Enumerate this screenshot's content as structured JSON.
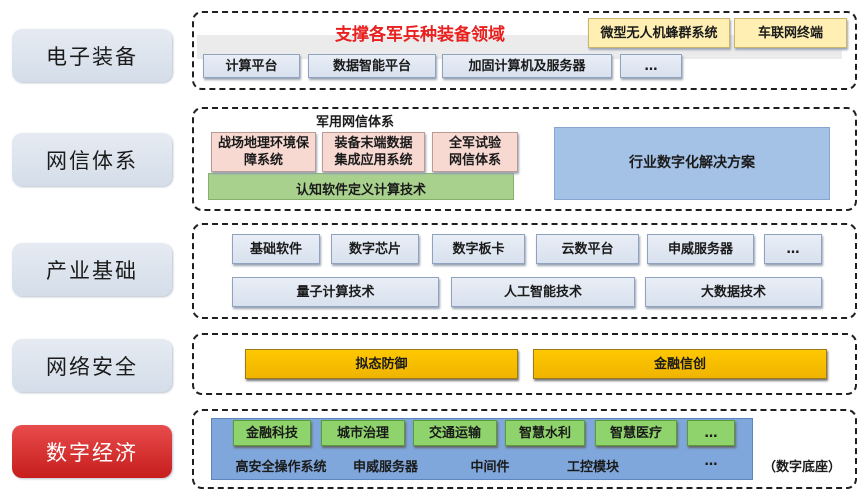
{
  "categories": [
    "电子装备",
    "网信体系",
    "产业基础",
    "网络安全",
    "数字经济"
  ],
  "equipment": {
    "title": "支撑各军兵种装备领域",
    "title_color": "#e8211f",
    "highlights": [
      "微型无人机蜂群系统",
      "车联网终端"
    ],
    "items": [
      "计算平台",
      "数据智能平台",
      "加固计算机及服务器",
      "…"
    ]
  },
  "netinfo": {
    "title": "军用网信体系",
    "items": [
      "战场地理环境保障系统",
      "装备末端数据集成应用系统",
      "全军试验网信体系"
    ],
    "base": "认知软件定义计算技术",
    "industry": "行业数字化解决方案"
  },
  "industry": {
    "row1": [
      "基础软件",
      "数字芯片",
      "数字板卡",
      "云数平台",
      "申威服务器",
      "…"
    ],
    "row2": [
      "量子计算技术",
      "人工智能技术",
      "大数据技术"
    ]
  },
  "security": {
    "items": [
      "拟态防御",
      "金融信创"
    ]
  },
  "economy": {
    "apps": [
      "金融科技",
      "城市治理",
      "交通运输",
      "智慧水利",
      "智慧医疗",
      "…"
    ],
    "base_items": [
      "高安全操作系统",
      "申威服务器",
      "中间件",
      "工控模块",
      "…"
    ],
    "base_label": "（数字底座）"
  }
}
